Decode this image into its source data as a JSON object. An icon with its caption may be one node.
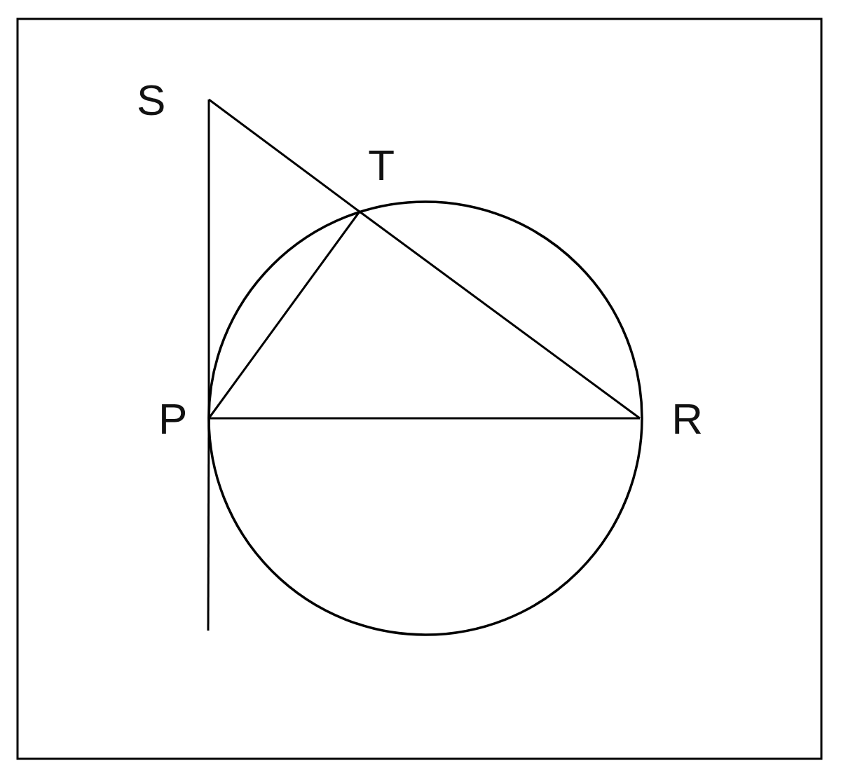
{
  "diagram": {
    "nodes": [
      {
        "text": [
          "S"
        ]
      },
      {
        "text": [
          "T"
        ]
      },
      {
        "text": [
          "P"
        ]
      },
      {
        "text": [
          "R"
        ]
      }
    ],
    "edges": [
      {
        "from": 0,
        "to": 1,
        "arrow": "none"
      },
      {
        "from": 1,
        "to": 3,
        "arrow": "none"
      },
      {
        "from": 2,
        "to": 1,
        "arrow": "none"
      },
      {
        "from": 2,
        "to": 3,
        "arrow": "none"
      },
      {
        "from": 0,
        "to": 2,
        "arrow": "none"
      },
      {
        "from": 2,
        "to": null,
        "arrow": "none"
      }
    ]
  }
}
